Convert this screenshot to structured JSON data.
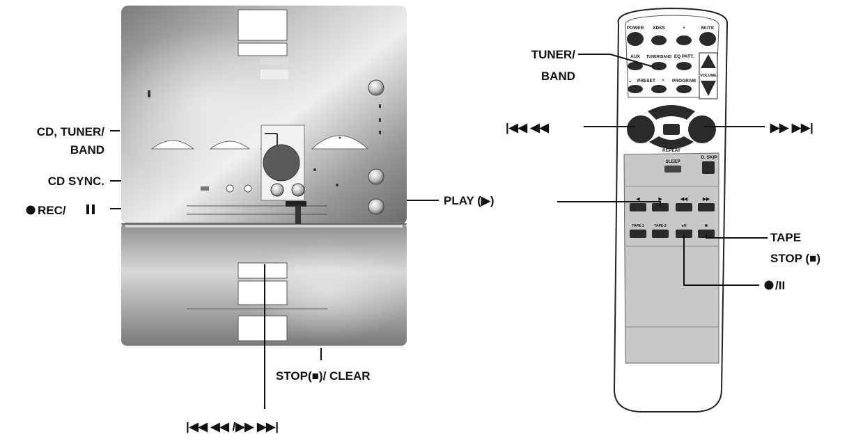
{
  "labels": {
    "cd_tuner_band_1": "CD, TUNER/",
    "cd_tuner_band_2": "BAND",
    "cd_sync": "CD SYNC.",
    "rec_pause": "REC/",
    "play": "PLAY (▶)",
    "stop_clear": "STOP(■)/ CLEAR",
    "skip_search_bottom": "|◀◀ ◀◀ /▶▶ ▶▶|",
    "tuner_band_1": "TUNER/",
    "tuner_band_2": "BAND",
    "remote_rewind": "|◀◀ ◀◀",
    "remote_forward": "▶▶ ▶▶|",
    "tape_stop_1": "TAPE",
    "tape_stop_2": "STOP (■)",
    "rec_pause_remote": "/II"
  },
  "remote": {
    "row1": [
      "POWER",
      "XDSS",
      "*",
      "MUTE"
    ],
    "row2": [
      "AUX",
      "TUNER/BAND",
      "EQ PATT."
    ],
    "row3": [
      "PRESET",
      "PROGRAM"
    ],
    "volume": "VOLUME",
    "repeat": "REPEAT",
    "sleep": "SLEEP",
    "dskip": "D. SKIP",
    "tape_row1": [
      "◀",
      "▶",
      "◀◀",
      "▶▶"
    ],
    "tape_row2": [
      "TAPE-1",
      "TAPE-2",
      "●/II",
      "■"
    ]
  }
}
